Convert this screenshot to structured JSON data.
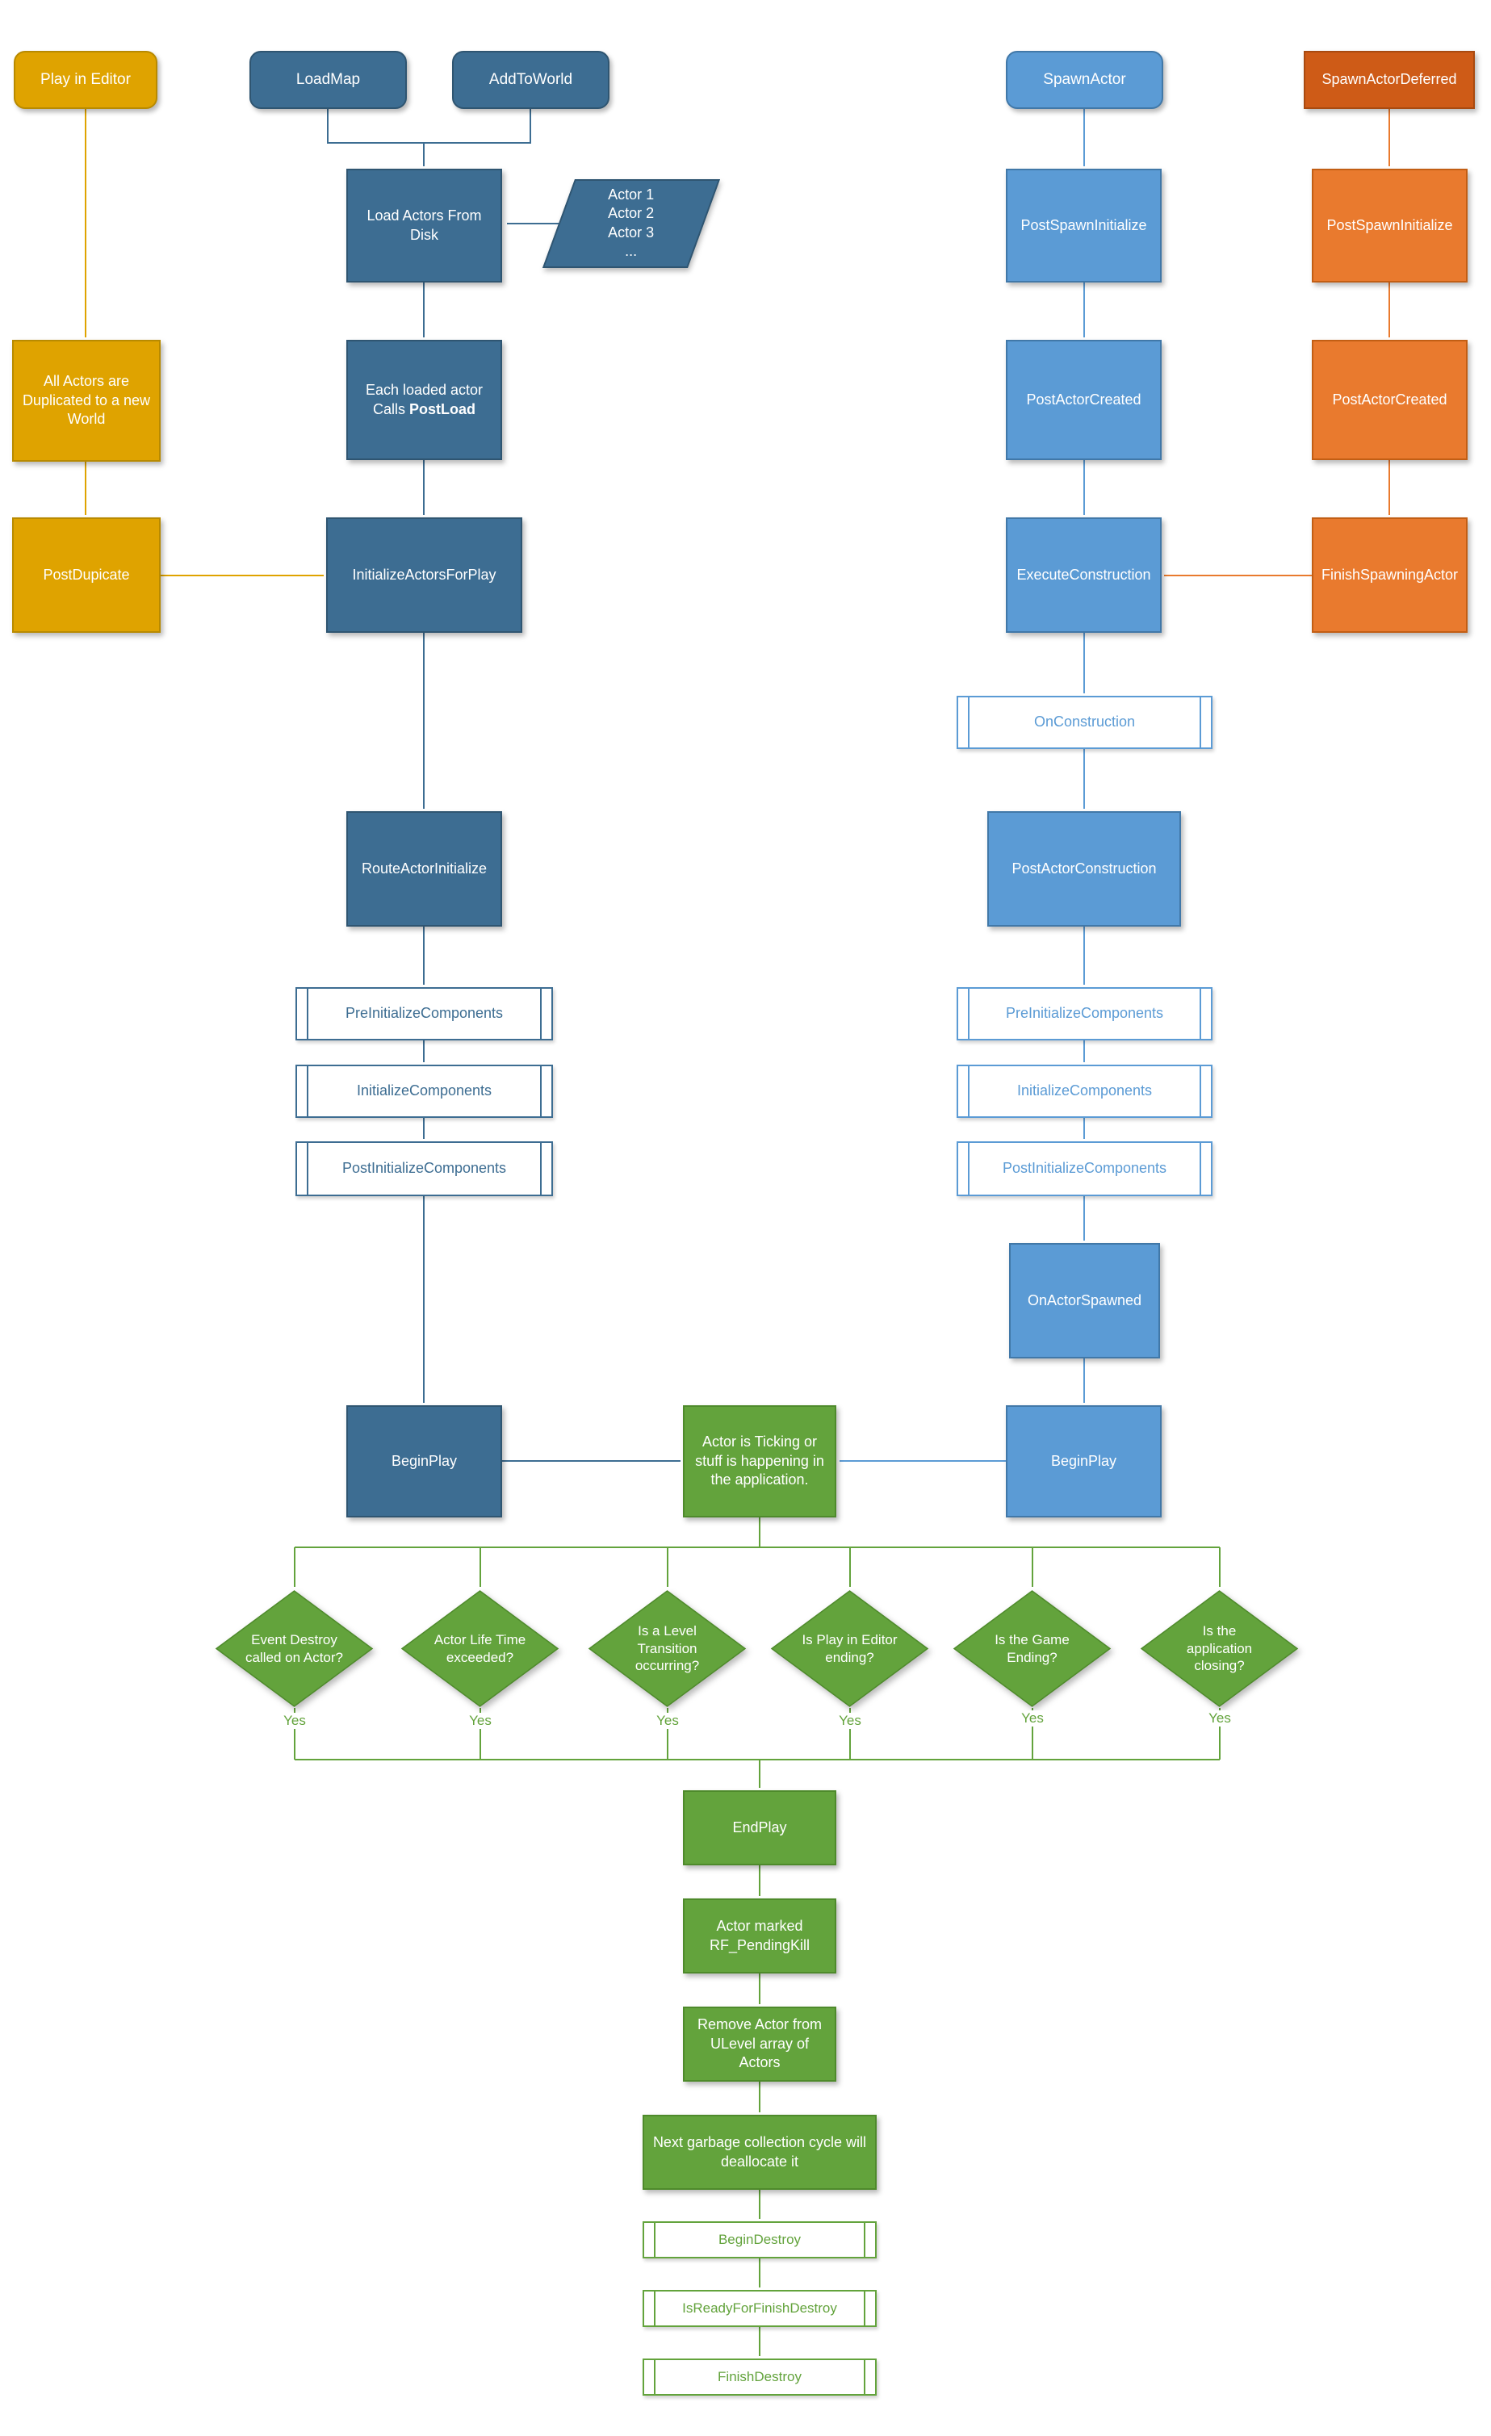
{
  "colors": {
    "gold": "#DFA300",
    "blue_dark": "#3D6D92",
    "blue": "#5B9BD5",
    "orange": "#E97A2E",
    "orange_deep": "#CE5B17",
    "green": "#63A33C"
  },
  "nodes": {
    "play_in_editor": "Play in Editor",
    "load_map": "LoadMap",
    "add_to_world": "AddToWorld",
    "spawn_actor": "SpawnActor",
    "spawn_actor_deferred": "SpawnActorDeferred",
    "load_actors_from_disk": "Load Actors From Disk",
    "actor_list": "Actor 1\nActor 2\nActor 3\n...",
    "all_actors_duplicated": "All Actors are Duplicated to a new World",
    "each_loaded_line1": "Each loaded actor",
    "each_loaded_line2": "Calls",
    "each_loaded_bold": "PostLoad",
    "post_spawn_initialize": "PostSpawnInitialize",
    "post_actor_created": "PostActorCreated",
    "post_dupicate": "PostDupicate",
    "initialize_actors_for_play": "InitializeActorsForPlay",
    "execute_construction": "ExecuteConstruction",
    "finish_spawning_actor": "FinishSpawningActor",
    "on_construction": "OnConstruction",
    "route_actor_initialize": "RouteActorInitialize",
    "post_actor_construction": "PostActorConstruction",
    "pre_initialize_components": "PreInitializeComponents",
    "initialize_components": "InitializeComponents",
    "post_initialize_components": "PostInitializeComponents",
    "on_actor_spawned": "OnActorSpawned",
    "begin_play": "BeginPlay",
    "actor_ticking": "Actor is Ticking or stuff is happening in the application.",
    "event_destroy": "Event Destroy called on Actor?",
    "life_time": "Actor Life Time exceeded?",
    "level_transition": "Is a Level Transition occurring?",
    "pie_ending": "Is Play in Editor ending?",
    "game_ending": "Is the Game Ending?",
    "app_closing": "Is the application closing?",
    "end_play": "EndPlay",
    "actor_marked": "Actor marked RF_PendingKill",
    "remove_actor": "Remove Actor from ULevel array of Actors",
    "next_garbage": "Next garbage collection cycle will deallocate it",
    "begin_destroy": "BeginDestroy",
    "is_ready_for_finish_destroy": "IsReadyForFinishDestroy",
    "finish_destroy": "FinishDestroy"
  },
  "labels": {
    "yes": "Yes"
  }
}
